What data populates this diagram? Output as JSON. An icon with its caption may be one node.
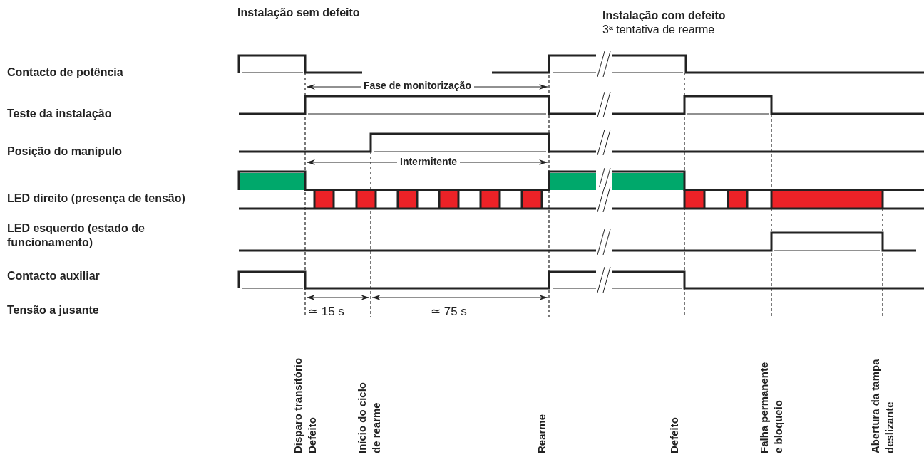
{
  "diagram": {
    "labels": [
      "Instalação sem defeito",
      "Instalação com defeito",
      "3ª tentativa de rearme",
      "Contacto de potência",
      "Fase de monitorização",
      "Teste da instalação",
      "Posição do manípulo",
      "Intermitente",
      "LED direito (presença de tensão)",
      "LED esquerdo (estado de funcionamento)",
      "Contacto auxiliar",
      "Tensão a jusante",
      "≃ 15 s",
      "≃ 75 s",
      "Disparo transitório",
      "Defeito",
      "Início do ciclo de rearme",
      "Rearme",
      "Defeito",
      "Falha permanente e bloqueio",
      "Abertura da tampa deslizante"
    ]
  }
}
